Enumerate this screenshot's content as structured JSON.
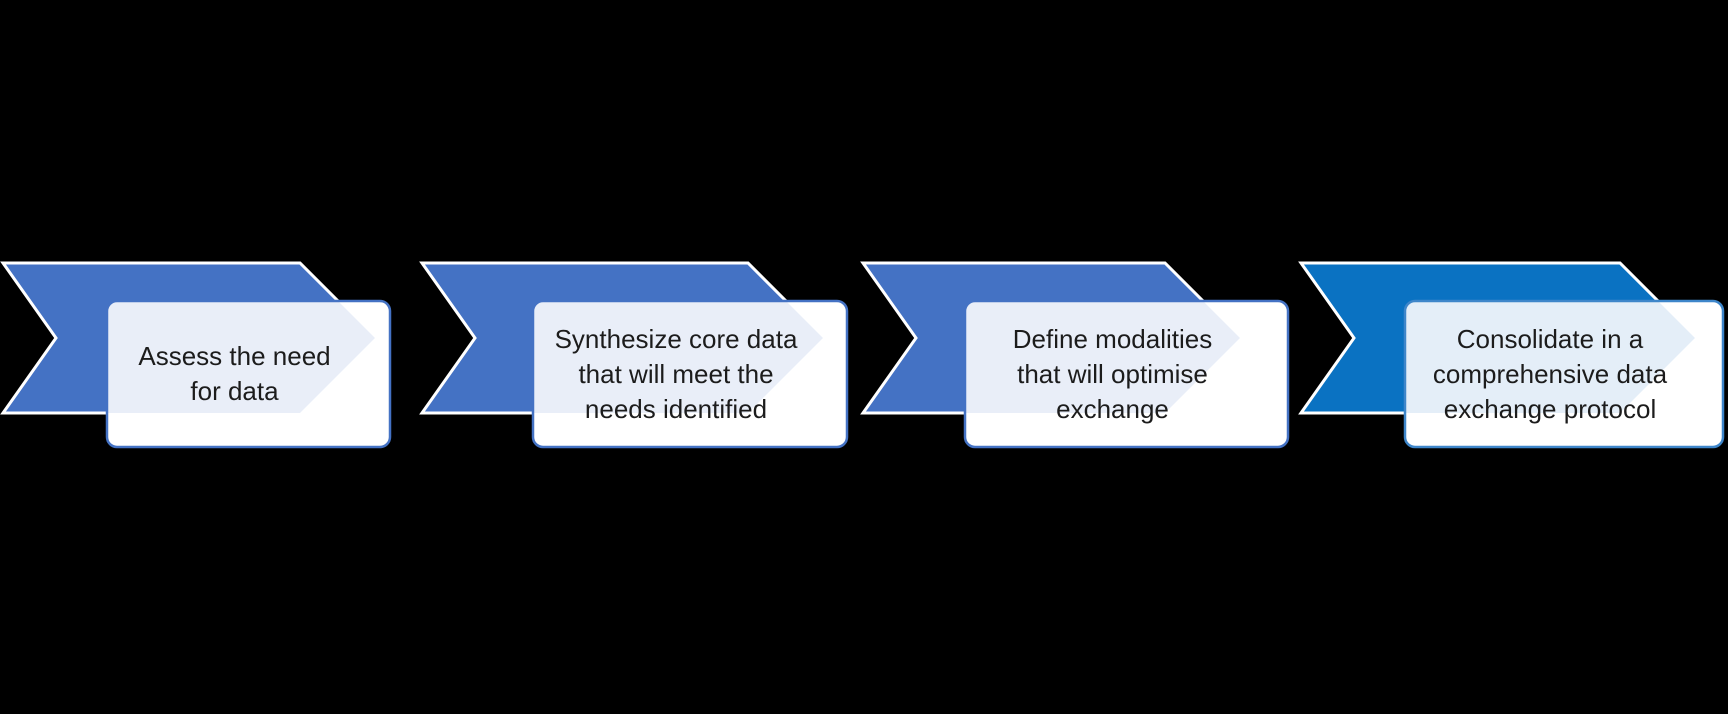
{
  "diagram": {
    "type": "process-flow",
    "background_color": "#000000",
    "text_color": "#1C1C1C",
    "banner_outline_color": "#FFFFFF",
    "steps": [
      {
        "label": "Assess the need for data",
        "lines": [
          "Assess the need",
          "for data"
        ],
        "banner_color": "#4472C4",
        "box_border_color": "#4472C4",
        "box_fill_color": "#FFFFFF",
        "overlay_color": "#E9EEF8"
      },
      {
        "label": "Synthesize core data that will meet the needs identified",
        "lines": [
          "Synthesize core data",
          "that will meet the",
          "needs identified"
        ],
        "banner_color": "#4472C4",
        "box_border_color": "#4472C4",
        "box_fill_color": "#FFFFFF",
        "overlay_color": "#E9EEF8"
      },
      {
        "label": "Define modalities that will optimise exchange",
        "lines": [
          "Define modalities",
          "that will optimise",
          "exchange"
        ],
        "banner_color": "#4472C4",
        "box_border_color": "#4472C4",
        "box_fill_color": "#FFFFFF",
        "overlay_color": "#E9EEF8"
      },
      {
        "label": "Consolidate in a comprehensive data exchange protocol",
        "lines": [
          "Consolidate in a",
          "comprehensive data",
          "exchange protocol"
        ],
        "banner_color": "#0A72C2",
        "box_border_color": "#3E86CA",
        "box_fill_color": "#FFFFFF",
        "overlay_color": "#E4EEF8"
      }
    ]
  }
}
